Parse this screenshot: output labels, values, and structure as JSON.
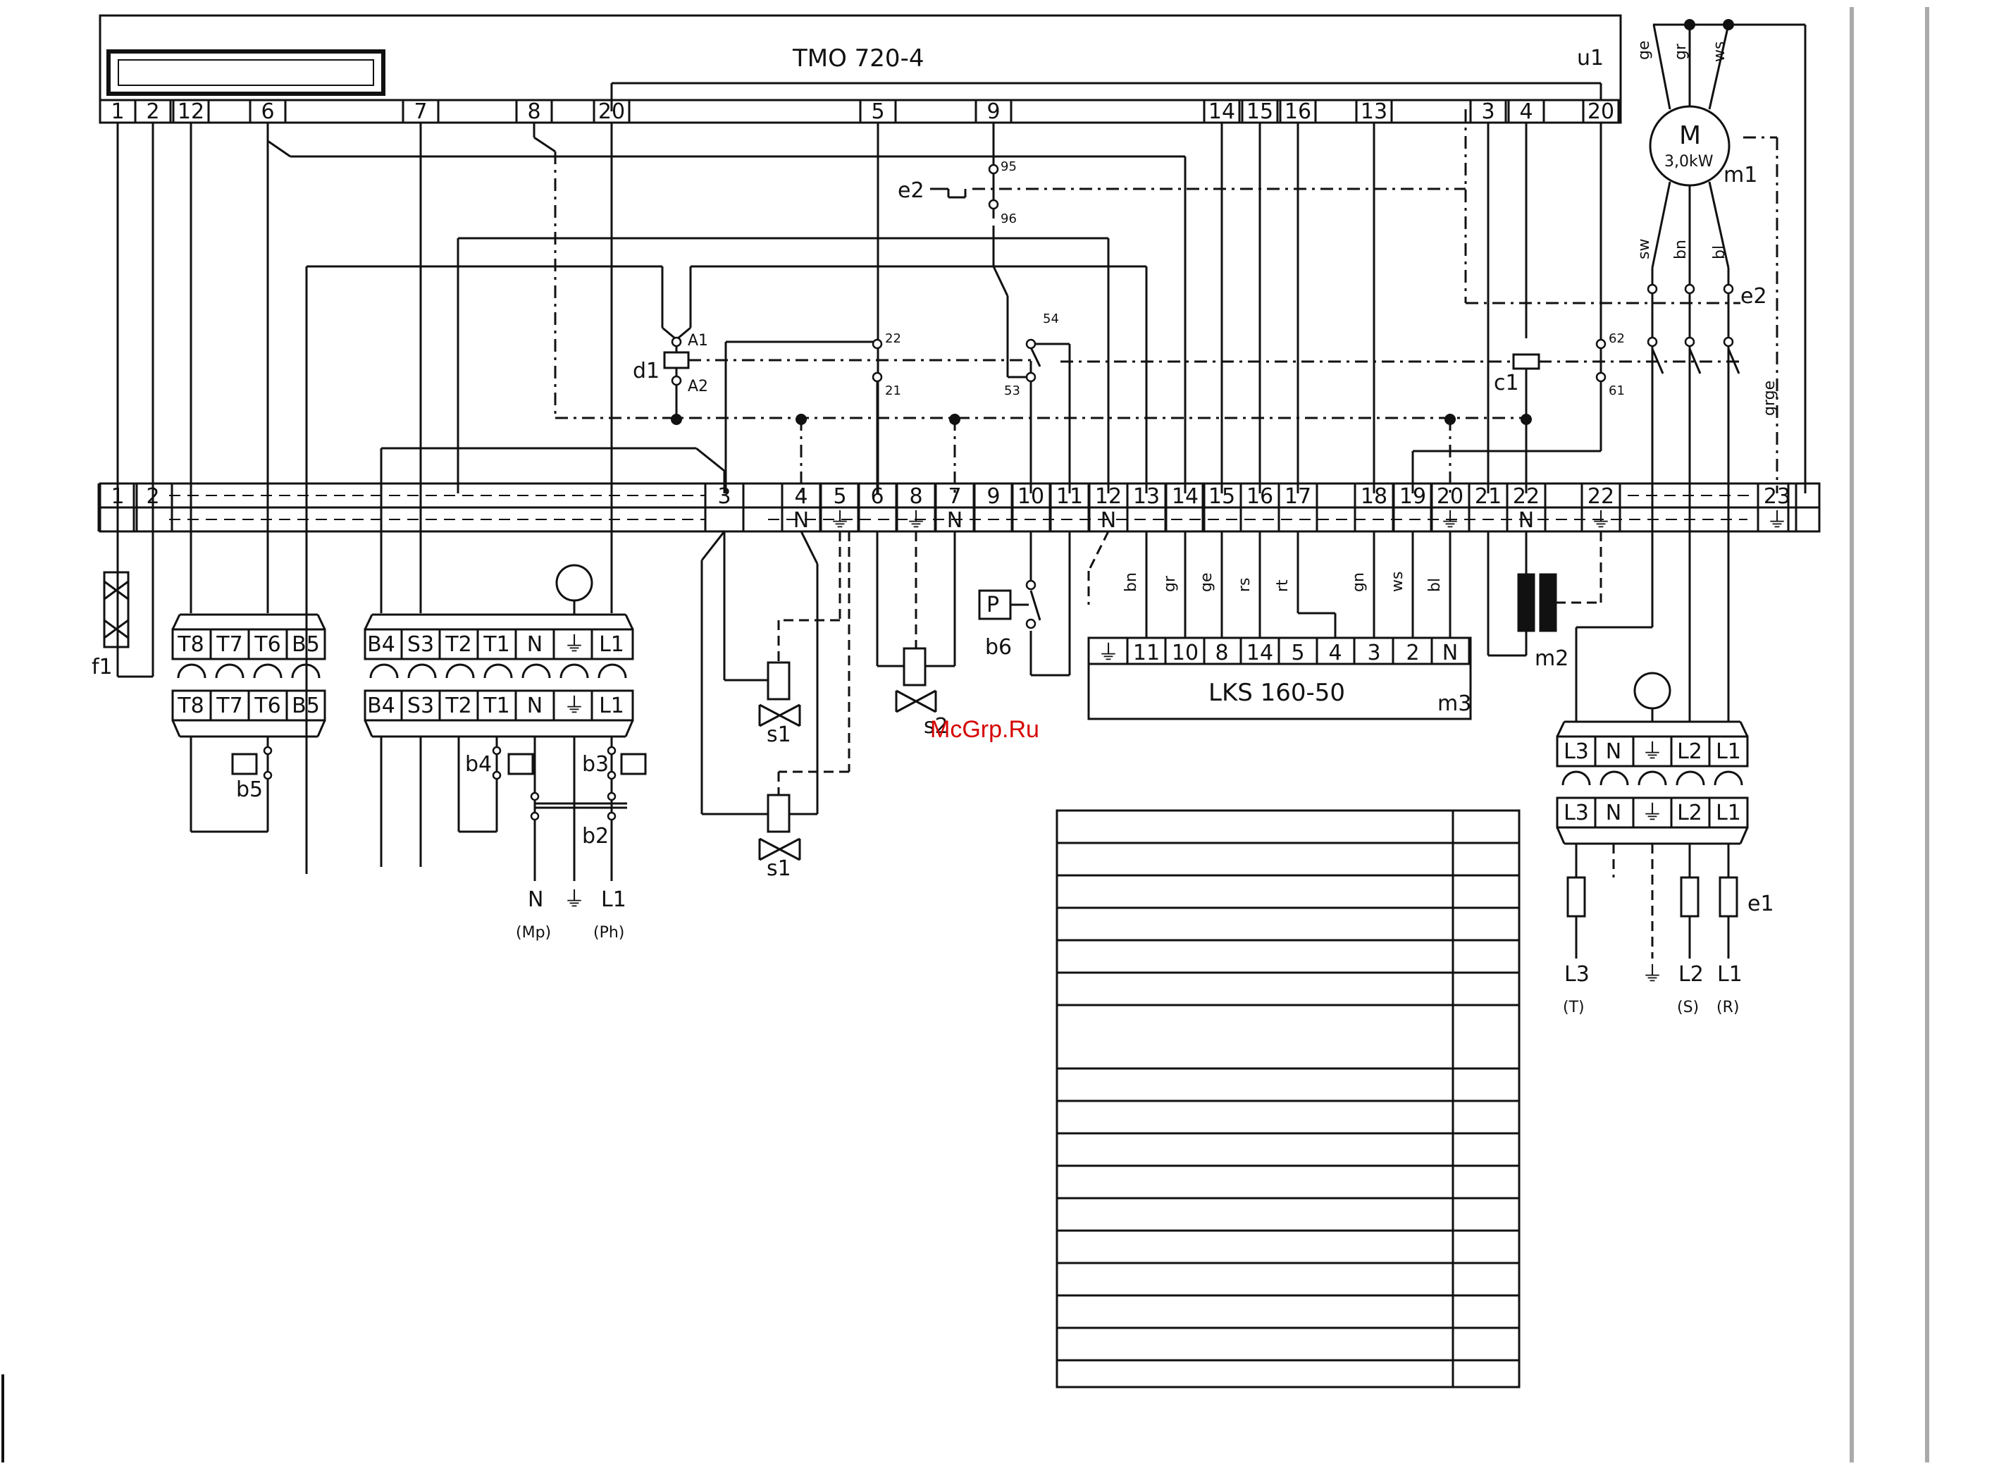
{
  "controller": {
    "title": "TMO 720-4",
    "ref": "u1",
    "terminals": [
      "1",
      "2",
      "12",
      "6",
      "7",
      "8",
      "20",
      "5",
      "9",
      "14",
      "15",
      "16",
      "13",
      "3",
      "4",
      "20"
    ]
  },
  "motor": {
    "symbol": "M",
    "rating": "3,0kW",
    "ref": "m1",
    "top_wires": [
      "ge",
      "gr",
      "ws"
    ],
    "bottom_wires": [
      "sw",
      "bn",
      "bl"
    ],
    "earth_wire": "grge",
    "thermal_ref": "e2"
  },
  "thermal_e2": {
    "ref": "e2",
    "pins": [
      "95",
      "96"
    ]
  },
  "relay_d1": {
    "ref": "d1",
    "coil_pins": [
      "A1",
      "A2"
    ],
    "contacts": [
      "22",
      "21",
      "54",
      "53"
    ]
  },
  "contactor_c1": {
    "ref": "c1",
    "contacts": [
      "62",
      "61"
    ]
  },
  "main_strip": {
    "top": [
      "1",
      "2",
      "3",
      "4",
      "5",
      "6",
      "8",
      "7",
      "9",
      "10",
      "11",
      "12",
      "13",
      "14",
      "15",
      "16",
      "17",
      "18",
      "19",
      "20",
      "21",
      "22",
      "22",
      "23"
    ],
    "bottom": [
      "N",
      "⏚",
      "⏚",
      "N",
      "⏚",
      "N",
      "N",
      "⏚",
      "⏚"
    ]
  },
  "f1": "f1",
  "plug_left": {
    "top": [
      "T8",
      "T7",
      "T6",
      "B5"
    ],
    "bottom": [
      "T8",
      "T7",
      "T6",
      "B5"
    ],
    "switch": "b5"
  },
  "plug_mid": {
    "top": [
      "B4",
      "S3",
      "T2",
      "T1",
      "N",
      "⏚",
      "L1"
    ],
    "bottom": [
      "B4",
      "S3",
      "T2",
      "T1",
      "N",
      "⏚",
      "L1"
    ],
    "b4": "b4",
    "b3": "b3",
    "b2": "b2",
    "supply": [
      "N",
      "⏚",
      "L1"
    ],
    "supply_sub": [
      "(Mp)",
      "(Ph)"
    ]
  },
  "valves": {
    "s1a": "s1",
    "s2": "s2",
    "s1b": "s1"
  },
  "pressure_switch": {
    "symbol": "P",
    "ref": "b6"
  },
  "lks": {
    "title": "LKS 160-50",
    "ref": "m3",
    "terminals": [
      "⏚",
      "11",
      "10",
      "8",
      "14",
      "5",
      "4",
      "3",
      "2",
      "N"
    ],
    "wire_colors": [
      "bn",
      "gr",
      "ge",
      "rs",
      "rt",
      "gn",
      "ws",
      "bl"
    ]
  },
  "m2": "m2",
  "plug_right": {
    "top": [
      "L3",
      "N",
      "⏚",
      "L2",
      "L1"
    ],
    "bottom": [
      "L3",
      "N",
      "⏚",
      "L2",
      "L1"
    ],
    "fuses": "e1",
    "supply": [
      "L3",
      "⏚",
      "L2",
      "L1"
    ],
    "supply_sub": [
      "(T)",
      "(S)",
      "(R)"
    ]
  },
  "watermark": "McGrp.Ru"
}
